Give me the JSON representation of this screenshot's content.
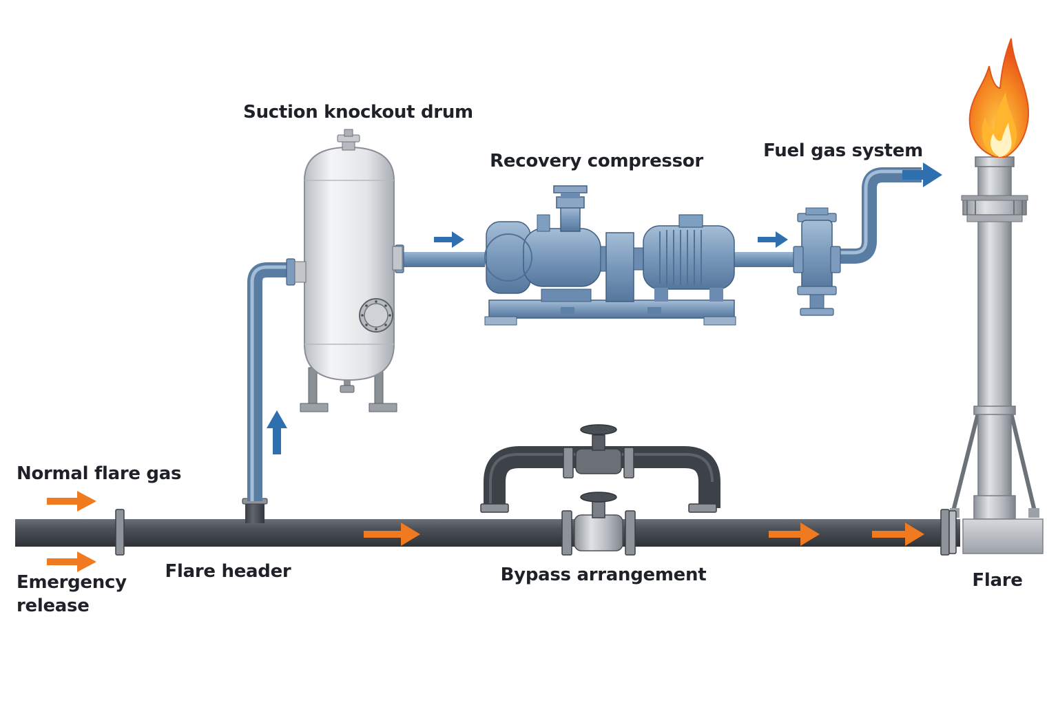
{
  "labels": {
    "knockout_drum": "Suction knockout drum",
    "compressor": "Recovery compressor",
    "fuel_gas": "Fuel gas system",
    "normal_flare": "Normal flare gas",
    "emergency_line1": "Emergency",
    "emergency_line2": "release",
    "flare_header": "Flare header",
    "bypass": "Bypass arrangement",
    "flare": "Flare"
  },
  "colors": {
    "flare_header_pipe": "#4a4f56",
    "recovery_pipe": "#6f93b8",
    "flow_arrow_flare": "#f07a20",
    "flow_arrow_recovery": "#2e6fb0",
    "equipment_blue": "#7d9cbd",
    "vessel": "#e4e6e9",
    "flame_outer": "#f26b1d",
    "flame_inner": "#ffd23a"
  }
}
